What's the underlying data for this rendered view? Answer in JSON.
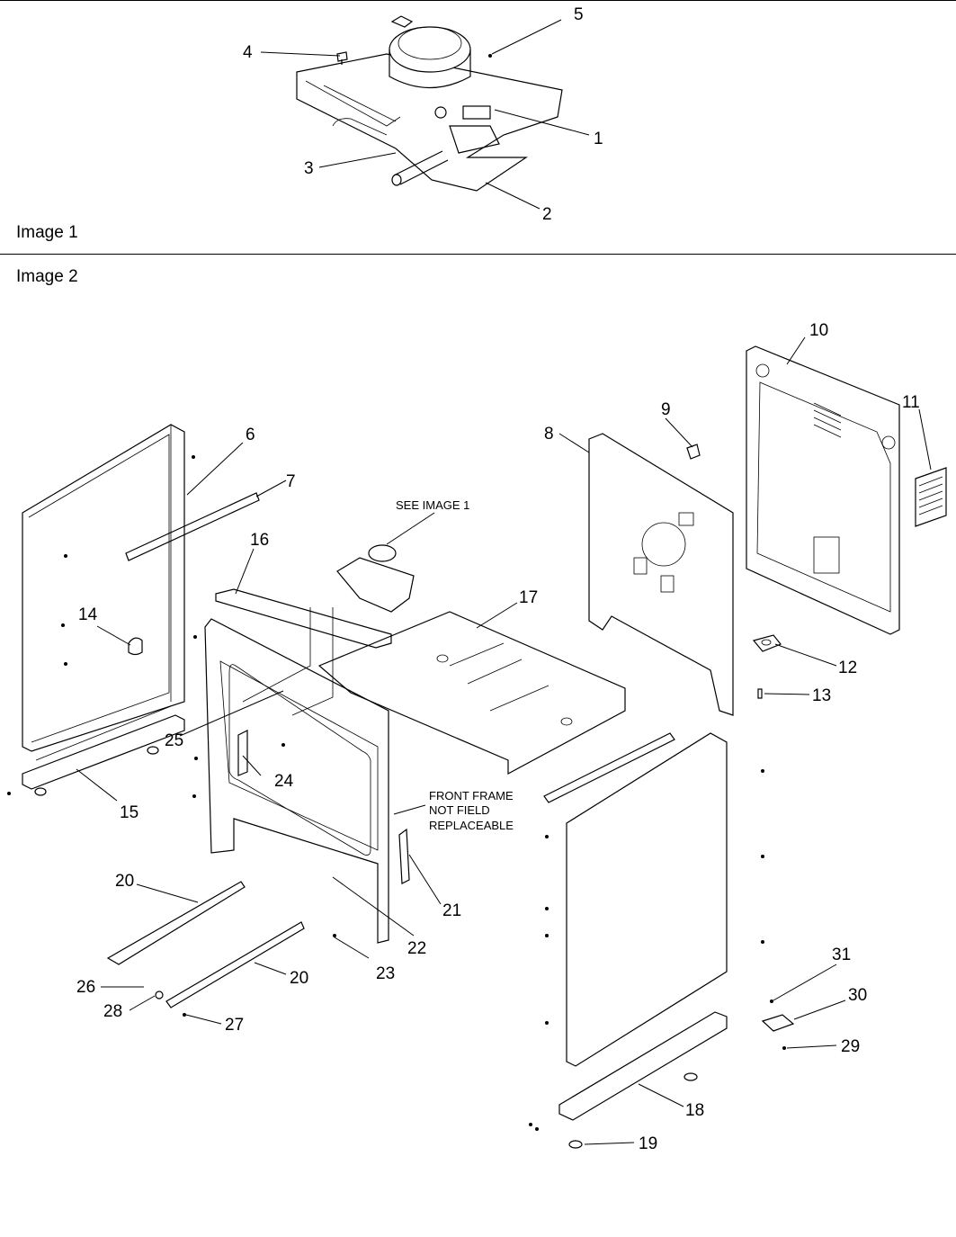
{
  "image1": {
    "title": "Image 1"
  },
  "image2": {
    "title": "Image 2"
  },
  "callouts": [
    {
      "id": "c1",
      "label": "1"
    },
    {
      "id": "c2",
      "label": "2"
    },
    {
      "id": "c3",
      "label": "3"
    },
    {
      "id": "c4",
      "label": "4"
    },
    {
      "id": "c5",
      "label": "5"
    },
    {
      "id": "c6",
      "label": "6"
    },
    {
      "id": "c7",
      "label": "7"
    },
    {
      "id": "c8",
      "label": "8"
    },
    {
      "id": "c9",
      "label": "9"
    },
    {
      "id": "c10",
      "label": "10"
    },
    {
      "id": "c11",
      "label": "11"
    },
    {
      "id": "c12",
      "label": "12"
    },
    {
      "id": "c13",
      "label": "13"
    },
    {
      "id": "c14",
      "label": "14"
    },
    {
      "id": "c15",
      "label": "15"
    },
    {
      "id": "c16",
      "label": "16"
    },
    {
      "id": "c17",
      "label": "17"
    },
    {
      "id": "c18",
      "label": "18"
    },
    {
      "id": "c19",
      "label": "19"
    },
    {
      "id": "c20a",
      "label": "20"
    },
    {
      "id": "c20b",
      "label": "20"
    },
    {
      "id": "c21",
      "label": "21"
    },
    {
      "id": "c22",
      "label": "22"
    },
    {
      "id": "c23",
      "label": "23"
    },
    {
      "id": "c24",
      "label": "24"
    },
    {
      "id": "c25",
      "label": "25"
    },
    {
      "id": "c26",
      "label": "26"
    },
    {
      "id": "c27",
      "label": "27"
    },
    {
      "id": "c28",
      "label": "28"
    },
    {
      "id": "c29",
      "label": "29"
    },
    {
      "id": "c30",
      "label": "30"
    },
    {
      "id": "c31",
      "label": "31"
    }
  ],
  "notes": {
    "see_image": "SEE IMAGE 1",
    "front_frame": [
      "FRONT FRAME",
      "NOT FIELD",
      "REPLACEABLE"
    ]
  }
}
